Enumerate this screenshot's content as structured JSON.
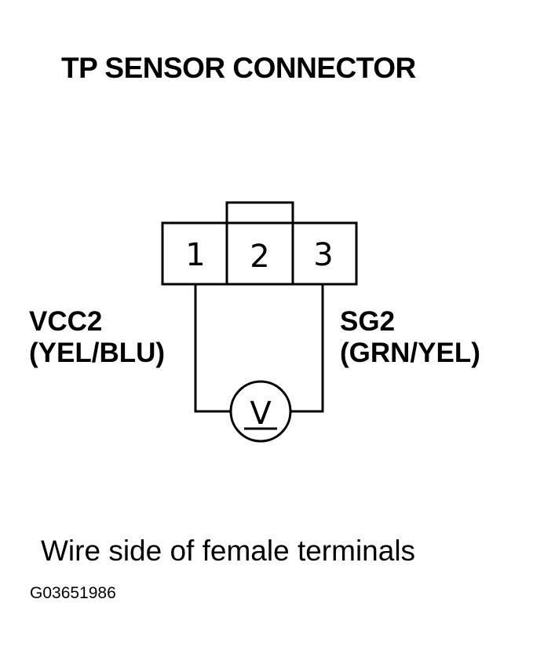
{
  "title": "TP SENSOR CONNECTOR",
  "connector": {
    "pins": [
      {
        "number": "1"
      },
      {
        "number": "2"
      },
      {
        "number": "3"
      }
    ],
    "meter_symbol": "V"
  },
  "left_wire": {
    "signal": "VCC2",
    "color": "(YEL/BLU)"
  },
  "right_wire": {
    "signal": "SG2",
    "color": "(GRN/YEL)"
  },
  "caption": "Wire side of female terminals",
  "figure_code": "G03651986"
}
